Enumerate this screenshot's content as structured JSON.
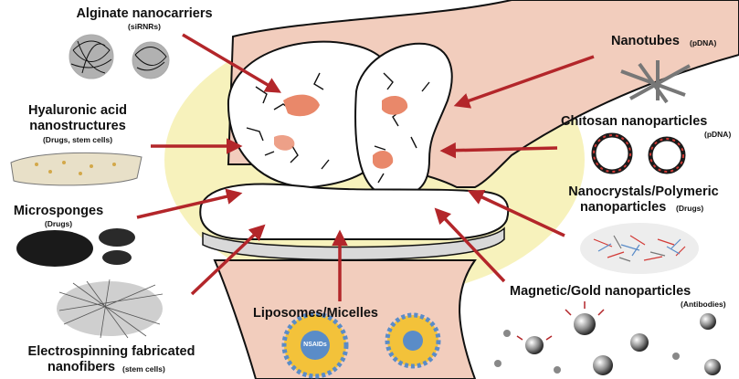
{
  "labels": {
    "alginate": {
      "title": "Alginate nanocarriers",
      "sub": "(siRNRs)"
    },
    "hyaluronic": {
      "title1": "Hyaluronic acid",
      "title2": "nanostructures",
      "sub": "(Drugs, stem cells)"
    },
    "microsponges": {
      "title": "Microsponges",
      "sub": "(Drugs)"
    },
    "electrospinning": {
      "title1": "Electrospinning fabricated",
      "title2": "nanofibers",
      "sub": "(stem cells)"
    },
    "nanotubes": {
      "title": "Nanotubes",
      "sub": "(pDNA)"
    },
    "chitosan": {
      "title": "Chitosan nanoparticles",
      "sub": "(pDNA)"
    },
    "nanocrystals": {
      "title1": "Nanocrystals/Polymeric",
      "title2": "nanoparticles",
      "sub": "(Drugs)"
    },
    "magnetic": {
      "title": "Magnetic/Gold nanoparticles",
      "sub": "(Antibodies)"
    },
    "liposomes": {
      "title": "Liposomes/Micelles",
      "core_label": "NSAIDs"
    }
  },
  "colors": {
    "arrow": "#b3262a",
    "highlight": "#f6f0b0",
    "tissue": "#f2cdbd",
    "lesion": "#e9886a",
    "micelle_yellow": "#f3c23a",
    "micelle_blue": "#5a8cc8",
    "chitosan_red": "#d23a36"
  }
}
